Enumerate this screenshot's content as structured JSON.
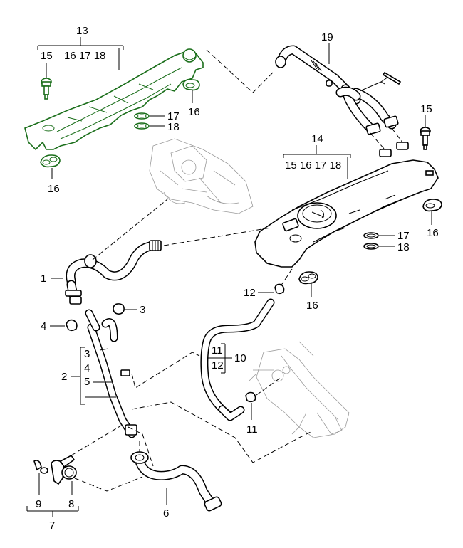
{
  "diagram": {
    "title": "",
    "callouts": {
      "c1": "1",
      "c2": "2",
      "c2_sub": [
        "3",
        "4",
        "5"
      ],
      "c3": "3",
      "c4": "4",
      "c6": "6",
      "c7": "7",
      "c8": "8",
      "c9": "9",
      "c10": "10",
      "c10_sub": [
        "11",
        "12"
      ],
      "c11": "11",
      "c12": "12",
      "c13": "13",
      "c13_sub": "16 17 18",
      "c13_first": "15",
      "c14": "14",
      "c14_sub": "15 16 17 18",
      "c15_left": "15",
      "c15_right": "15",
      "c16_left_top": "16",
      "c16_left_bottom": "16",
      "c16_right": "16",
      "c16_center": "16",
      "c17_left": "17",
      "c18_left": "18",
      "c17_right": "17",
      "c18_right": "18",
      "c19": "19"
    },
    "colors": {
      "highlight": "#1a6e1a",
      "line": "#000000",
      "ghost": "#9a9a9a"
    }
  }
}
